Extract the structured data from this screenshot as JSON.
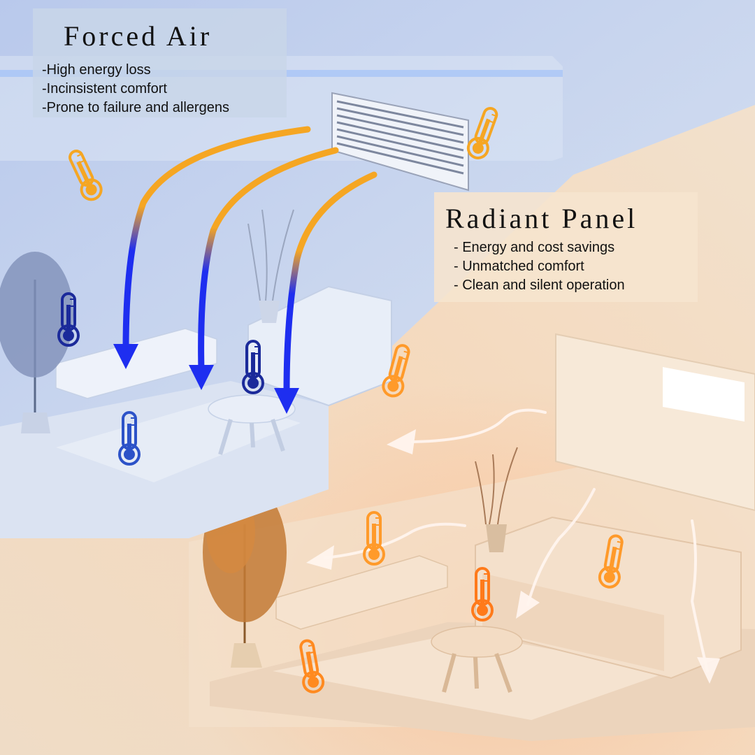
{
  "forced_air": {
    "title": "Forced Air",
    "points": [
      "-High energy loss",
      "-Incinsistent comfort",
      "-Prone to failure and allergens"
    ]
  },
  "radiant_panel": {
    "title": "Radiant Panel",
    "points": [
      "- Energy and cost savings",
      "- Unmatched comfort",
      "- Clean and silent operation"
    ]
  },
  "colors": {
    "cool_blue": "#1e2ef0",
    "warm_gold": "#f5a623",
    "hot_orange": "#ff7a1a",
    "cool_room": "#c9d6ef",
    "warm_room": "#f2dcc2"
  },
  "icons": [
    "thermometer-icon",
    "air-vent-icon",
    "airflow-arrow-icon",
    "heat-wave-arrow-icon"
  ]
}
